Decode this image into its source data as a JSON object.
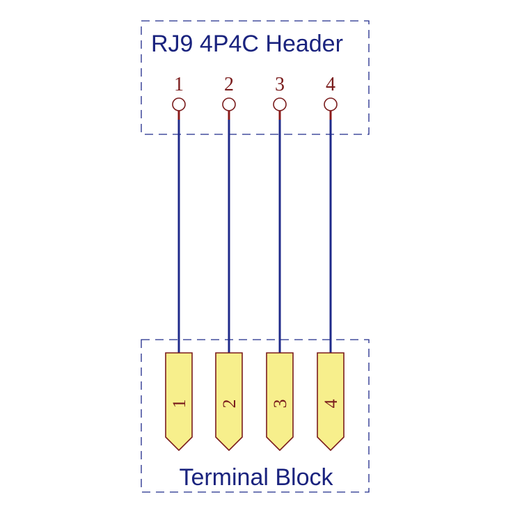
{
  "header": {
    "title": "RJ9 4P4C Header",
    "pins": [
      "1",
      "2",
      "3",
      "4"
    ]
  },
  "terminal_block": {
    "title": "Terminal Block",
    "terminals": [
      "1",
      "2",
      "3",
      "4"
    ]
  },
  "colors": {
    "wire": "#1f2a8a",
    "box_border": "#1f2a8a",
    "terminal_fill": "#f7ef8c",
    "pin_label": "#7a1c1c"
  }
}
